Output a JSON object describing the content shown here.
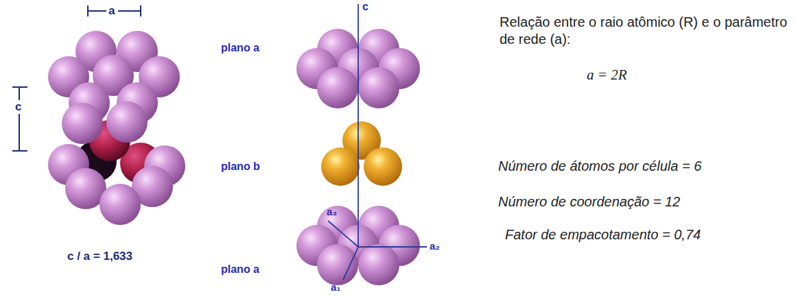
{
  "diagram": {
    "labels": [
      "a",
      "c",
      "c / a = 1,633",
      "plano a",
      "plano b",
      "plano a",
      "c",
      "a₃",
      "a₂",
      "a₁",
      "Relação entre o raio atômico (R) e o parâmetro de rede (a):",
      "a = 2R",
      "Número de átomos por célula = 6",
      "Número de coordenação = 12",
      "Fator de empacotamento = 0,74"
    ]
  }
}
